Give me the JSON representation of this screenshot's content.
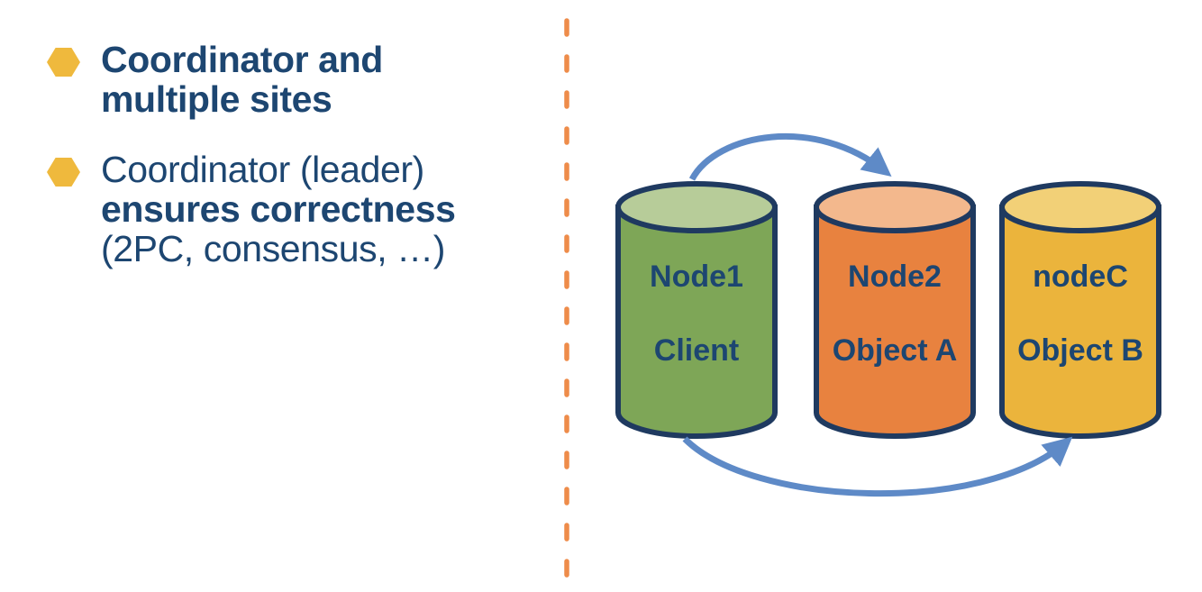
{
  "slide": {
    "bullets": [
      {
        "lines": [
          {
            "text": "Coordinator and",
            "bold": true
          },
          {
            "text": "multiple sites",
            "bold": true
          }
        ]
      },
      {
        "lines": [
          {
            "text": "Coordinator (leader)",
            "bold": false
          },
          {
            "text": "ensures correctness",
            "bold": true
          },
          {
            "text": "(2PC, consensus, …)",
            "bold": false
          }
        ]
      }
    ]
  },
  "diagram": {
    "nodes": [
      {
        "title": "Node1",
        "subtitle": "Client",
        "body_color": "#7EA657",
        "top_color": "#B7CC99"
      },
      {
        "title": "Node2",
        "subtitle": "Object A",
        "body_color": "#E8823F",
        "top_color": "#F3B88D"
      },
      {
        "title": "nodeC",
        "subtitle": "Object B",
        "body_color": "#EBB43C",
        "top_color": "#F2D077"
      }
    ],
    "arrows": [
      {
        "from": "Node1",
        "to": "Node2",
        "position": "top"
      },
      {
        "from": "Node1",
        "to": "nodeC",
        "position": "bottom"
      }
    ]
  },
  "colors": {
    "background": "#FFFFFF",
    "text_navy": "#1D4671",
    "outline_navy": "#1F3A60",
    "bullet_gold": "#EFB93D",
    "divider_orange": "#EE8C4A",
    "arrow_blue": "#5E8AC7"
  }
}
